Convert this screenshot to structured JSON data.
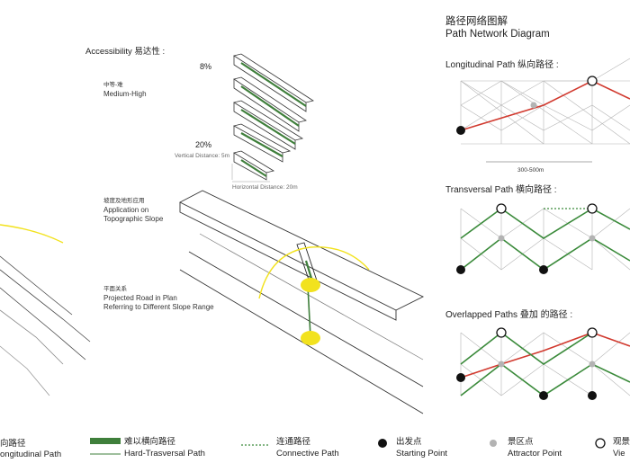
{
  "accessibility": {
    "title": "Accessibility 易达性 :",
    "level_cn": "中等-难",
    "level_en": "Medium-High",
    "slope_top": "8%",
    "slope_bottom": "20%",
    "vertical_distance": "Vertical Distance: 5m",
    "horizontal_distance": "Horizontal Distance: 20m"
  },
  "topographic": {
    "label_cn": "坡度及地形应用",
    "label_en_1": "Application on",
    "label_en_2": "Topographic Slope"
  },
  "projected": {
    "label_cn": "平面关系",
    "label_en_1": "Projected Road in Plan",
    "label_en_2": "Referring to Different Slope Range"
  },
  "network": {
    "title_cn": "路径网络图解",
    "title_en": "Path Network Diagram",
    "longitudinal_title": "Longitudinal Path 纵向路径 :",
    "longitudinal_dim": "300-500m",
    "transversal_title": "Transversal Path 横向路径 :",
    "overlapped_title": "Overlapped Paths 叠加 的路径 :"
  },
  "legend": {
    "longitudinal_cn": "向路径",
    "longitudinal_en": "ongitudinal Path",
    "hard_transversal_cn": "难以横向路径",
    "hard_transversal_en": "Hard-Trasversal Path",
    "connective_cn": "连通路径",
    "connective_en": "Connective Path",
    "starting_cn": "出发点",
    "starting_en": "Starting Point",
    "attractor_cn": "景区点",
    "attractor_en": "Attractor Point",
    "view_cn": "观景",
    "view_en": "Vie"
  },
  "colors": {
    "red_path": "#d13a2f",
    "green_path": "#3a8a3a",
    "dark_green": "#3f7f3b",
    "yellow": "#f2e21e",
    "grid": "#b5b5b5",
    "point_dark": "#111111",
    "point_gray": "#b3b3b3"
  }
}
